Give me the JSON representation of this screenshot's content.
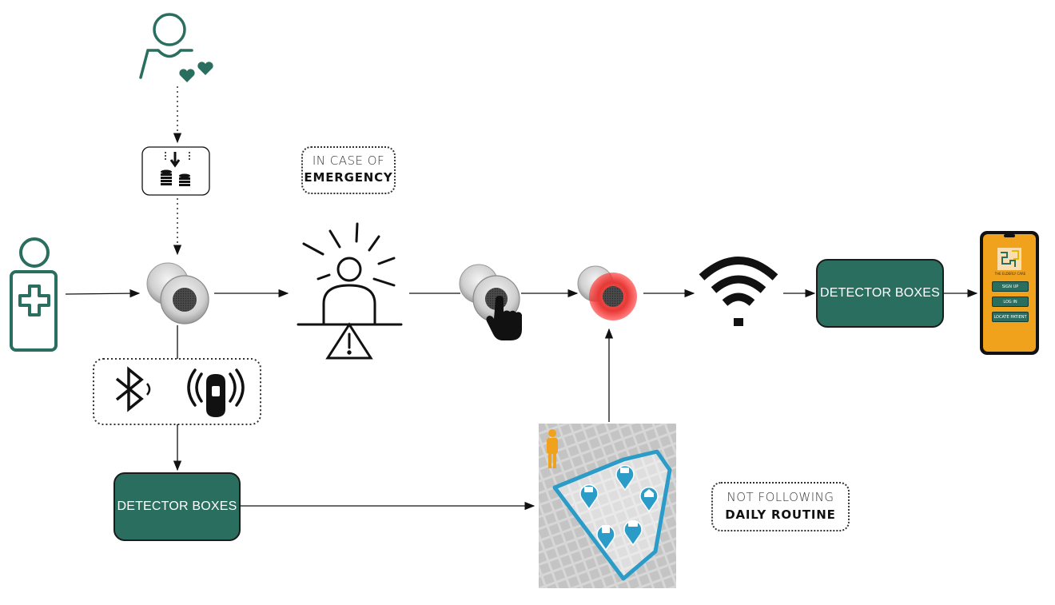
{
  "nodes": {
    "detector_box_top": "DETECTOR BOXES",
    "detector_box_bottom": "DETECTOR BOXES"
  },
  "notes": {
    "emergency": {
      "line1": "IN CASE OF",
      "line2": "EMERGENCY"
    },
    "routine": {
      "line1": "NOT FOLLOWING",
      "line2": "DAILY ROUTINE"
    }
  },
  "phone": {
    "app_title": "THE ELDERLY CARE",
    "buttons": [
      "SIGN UP",
      "LOG IN",
      "LOCATE PATIENT"
    ]
  },
  "icons": {
    "caregiver": "caregiver-heart-icon",
    "payment": "coins-payment-icon",
    "patient": "patient-medical-icon",
    "button_device": "panic-button-device-icon",
    "alert_person": "alert-person-icon",
    "button_press": "button-press-hand-icon",
    "button_active": "panic-button-active-icon",
    "wifi": "wifi-icon",
    "bluetooth": "bluetooth-icon",
    "remote": "remote-signal-icon",
    "map": "routine-map-icon",
    "phone": "smartphone-app-icon"
  },
  "colors": {
    "accent": "#2a6e5f",
    "alert": "#e53935",
    "map_route": "#2b9cc8",
    "phone_screen": "#f0a21c",
    "person_orange": "#f0a21c"
  }
}
